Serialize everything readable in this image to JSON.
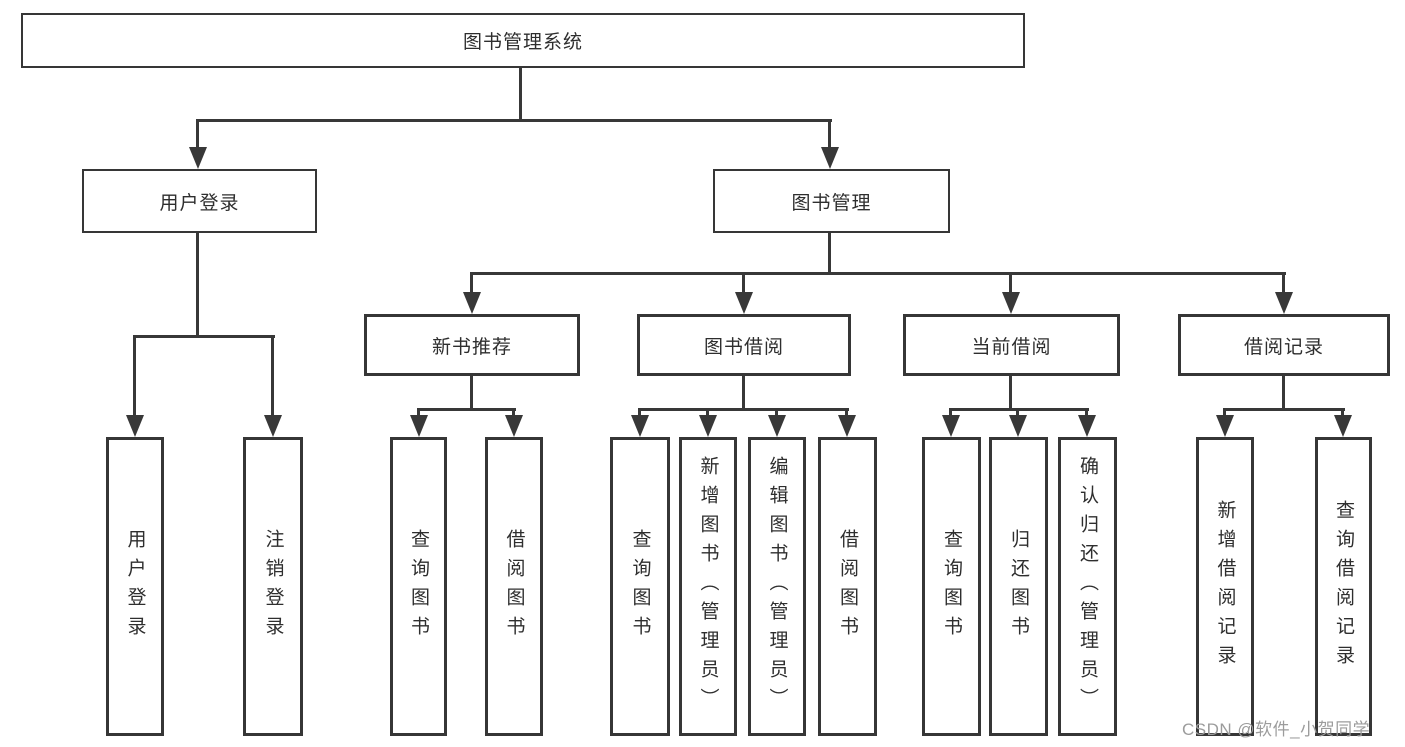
{
  "tree": {
    "label": "图书管理系统",
    "children": [
      {
        "label": "用户登录",
        "children": [
          {
            "label": "用户登录"
          },
          {
            "label": "注销登录"
          }
        ]
      },
      {
        "label": "图书管理",
        "children": [
          {
            "label": "新书推荐",
            "children": [
              {
                "label": "查询图书"
              },
              {
                "label": "借阅图书"
              }
            ]
          },
          {
            "label": "图书借阅",
            "children": [
              {
                "label": "查询图书"
              },
              {
                "label": "新增图书（管理员）"
              },
              {
                "label": "编辑图书（管理员）"
              },
              {
                "label": "借阅图书"
              }
            ]
          },
          {
            "label": "当前借阅",
            "children": [
              {
                "label": "查询图书"
              },
              {
                "label": "归还图书"
              },
              {
                "label": "确认归还（管理员）"
              }
            ]
          },
          {
            "label": "借阅记录",
            "children": [
              {
                "label": "新增借阅记录"
              },
              {
                "label": "查询借阅记录"
              }
            ]
          }
        ]
      }
    ]
  },
  "watermark": {
    "text": "CSDN @软件_小贺同学"
  },
  "colors": {
    "line": "#383838",
    "box_border": "#363636",
    "text": "#2e2e2e",
    "watermark": "#9c9c9c",
    "background": "#ffffff"
  }
}
